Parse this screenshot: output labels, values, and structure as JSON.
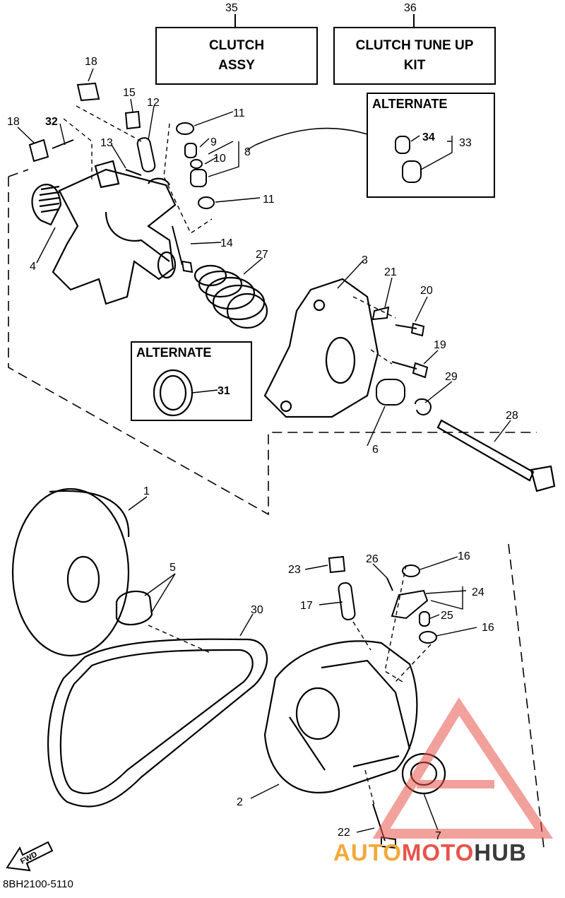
{
  "header": {
    "ref_35": "35",
    "ref_36": "36",
    "box_35_line1": "CLUTCH",
    "box_35_line2": "ASSY",
    "box_36_line1": "CLUTCH TUNE UP",
    "box_36_line2": "KIT"
  },
  "alternates": {
    "top_title": "ALTERNATE",
    "mid_title": "ALTERNATE"
  },
  "labels": {
    "n1": "1",
    "n2": "2",
    "n3": "3",
    "n4": "4",
    "n5": "5",
    "n6": "6",
    "n7": "7",
    "n8": "8",
    "n9": "9",
    "n10": "10",
    "n11a": "11",
    "n11b": "11",
    "n12": "12",
    "n13": "13",
    "n14": "14",
    "n15": "15",
    "n16a": "16",
    "n16b": "16",
    "n17": "17",
    "n18a": "18",
    "n18b": "18",
    "n19": "19",
    "n20": "20",
    "n21": "21",
    "n22": "22",
    "n23": "23",
    "n24": "24",
    "n25": "25",
    "n26": "26",
    "n27": "27",
    "n28": "28",
    "n29": "29",
    "n30": "30",
    "n31": "31",
    "n32": "32",
    "n33": "33",
    "n34": "34"
  },
  "footer": {
    "diagram_code": "8BH2100-5110",
    "fwd_label": "FWD"
  },
  "watermark": {
    "part1": "AUTO",
    "part2": "MOTO",
    "part3": "HUB"
  },
  "colors": {
    "watermark_red": "#e8544a",
    "watermark_orange": "#f2a93a",
    "watermark_gray": "#3b3b3b"
  }
}
